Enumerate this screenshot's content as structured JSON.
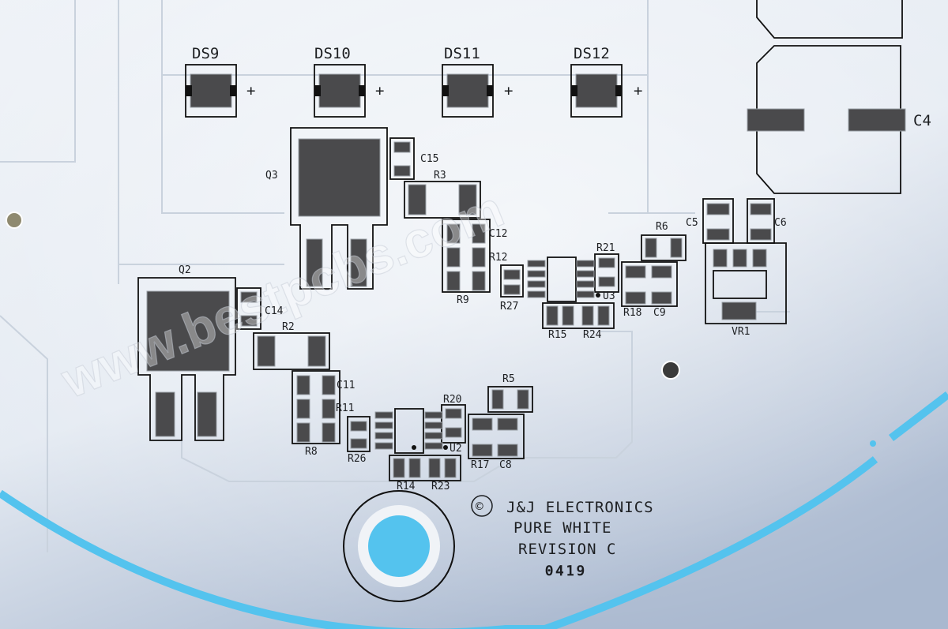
{
  "image": {
    "subject": "printed circuit board close-up",
    "colors": {
      "board_light": "#eef2f7",
      "board_shadow": "#a9b8cf",
      "cyan_slot": "#54c3ee",
      "silkscreen": "#1d1f22",
      "pad_metal": "#4a4a4c"
    }
  },
  "designators": {
    "ds9": "DS9",
    "ds10": "DS10",
    "ds11": "DS11",
    "ds12": "DS12",
    "q2": "Q2",
    "q3": "Q3",
    "c4": "C4",
    "c5": "C5",
    "c6": "C6",
    "c8": "C8",
    "c9": "C9",
    "c11": "C11",
    "c12": "C12",
    "c14": "C14",
    "c15": "C15",
    "r2": "R2",
    "r3": "R3",
    "r5": "R5",
    "r6": "R6",
    "r8": "R8",
    "r9": "R9",
    "r11": "R11",
    "r12": "R12",
    "r14": "R14",
    "r15": "R15",
    "r17": "R17",
    "r18": "R18",
    "r20": "R20",
    "r21": "R21",
    "r23": "R23",
    "r24": "R24",
    "r26": "R26",
    "r27": "R27",
    "u2": "U2",
    "u3": "U3",
    "vr1": "VR1",
    "plus": "+"
  },
  "branding": {
    "copyright_symbol": "©",
    "company": "J&J ELECTRONICS",
    "product": "PURE WHITE",
    "revision": "REVISION C",
    "date_code": "0419"
  },
  "watermark": "www.bestpcbs.com"
}
